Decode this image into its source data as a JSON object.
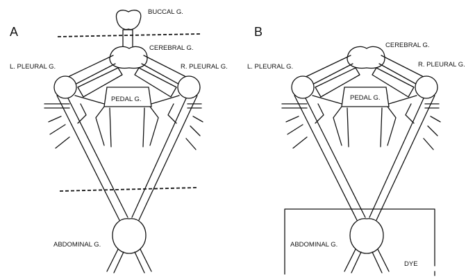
{
  "panels": [
    {
      "letter": "A",
      "labels": {
        "buccal": "BUCCAL G.",
        "cerebral": "CEREBRAL G.",
        "left_pleural": "L. PLEURAL G.",
        "right_pleural": "R. PLEURAL G.",
        "pedal": "PEDAL G.",
        "abdominal": "ABDOMINAL G."
      }
    },
    {
      "letter": "B",
      "labels": {
        "cerebral": "CEREBRAL G.",
        "left_pleural": "L. PLEURAL G.",
        "right_pleural": "R. PLEURAL G.",
        "pedal": "PEDAL G.",
        "abdominal": "ABDOMINAL G.",
        "dye": "DYE"
      }
    }
  ],
  "colors": {
    "ink": "#111111",
    "background": "#ffffff"
  }
}
